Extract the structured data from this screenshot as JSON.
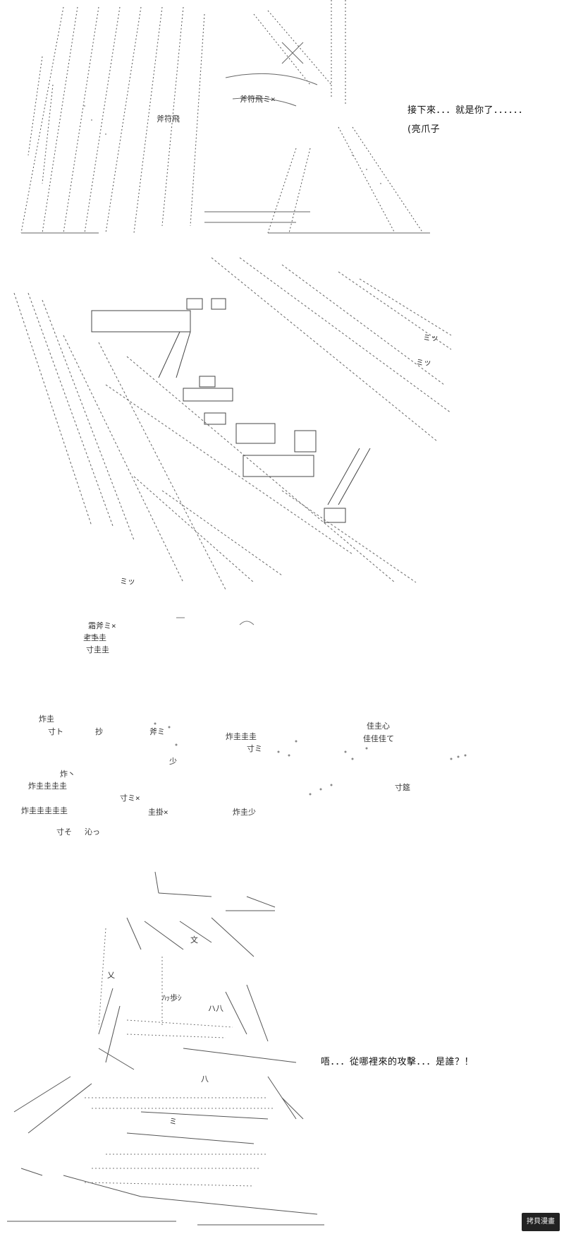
{
  "panels": {
    "p1": {
      "aa_labels": [
        "斧符飛ミ×",
        "斧符飛"
      ],
      "caption_line1": "接下來．．．就是你了．．．．．．",
      "caption_line2": "(亮爪子"
    },
    "p2": {
      "aa_labels": [
        "ミッ",
        "ミッ",
        "ミッ"
      ]
    },
    "p3": {
      "aa_labels": [
        "霜斧ミ×",
        "圭圭圭",
        "寸圭圭",
        "炸圭",
        "寸ト",
        "抄",
        "斧ミ",
        "炸圭圭圭",
        "佳圭心",
        "佳佳佳て",
        "少",
        "寸ミ",
        "炸圭圭圭圭",
        "寸筵",
        "炸丶",
        "炸圭圭圭圭圭",
        "寸ミ×",
        "圭掛×",
        "炸圭少",
        "寸そ",
        "沁っ"
      ]
    },
    "p4": {
      "aa_labels": [
        "文",
        "乂",
        "ハ八",
        "ﾊｯ歩ｼ",
        "ミ",
        "八"
      ],
      "caption": "唔．．．從哪裡來的攻擊．．．是誰？！"
    }
  },
  "watermark": "拷貝漫畫"
}
